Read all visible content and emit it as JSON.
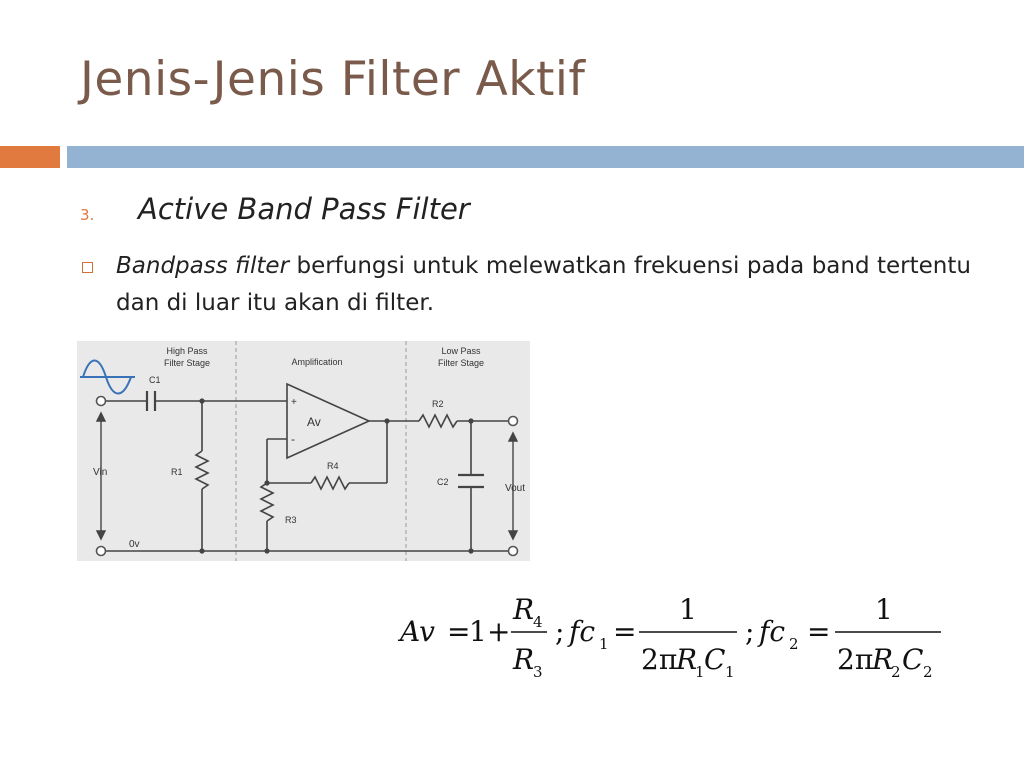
{
  "slide": {
    "title": "Jenis-Jenis Filter Aktif",
    "item_number": "3.",
    "subheading": "Active Band Pass Filter",
    "bullet": {
      "italic_lead": "Bandpass filter",
      "rest": " berfungsi untuk melewatkan frekuensi pada band tertentu dan di luar itu akan di filter."
    }
  },
  "circuit": {
    "stage_hpf_line1": "High Pass",
    "stage_hpf_line2": "Filter Stage",
    "stage_amp": "Amplification",
    "stage_lpf_line1": "Low Pass",
    "stage_lpf_line2": "Filter Stage",
    "c1": "C1",
    "r1": "R1",
    "r2": "R2",
    "r3": "R3",
    "r4": "R4",
    "c2": "C2",
    "av": "Av",
    "plus": "+",
    "minus": "-",
    "vin": "Vin",
    "vout": "Vout",
    "zero_v": "0v"
  },
  "formula": {
    "av": "Av",
    "eq": "=",
    "one": "1",
    "plus": "+",
    "r4_base": "R",
    "r4_sub": "4",
    "r3_base": "R",
    "r3_sub": "3",
    "sep": ";",
    "fc": "fc",
    "fc1_sub": "1",
    "fc2_sub": "2",
    "num": "1",
    "two_pi": "2π",
    "r": "R",
    "c": "C",
    "sub1": "1",
    "sub2": "2"
  }
}
